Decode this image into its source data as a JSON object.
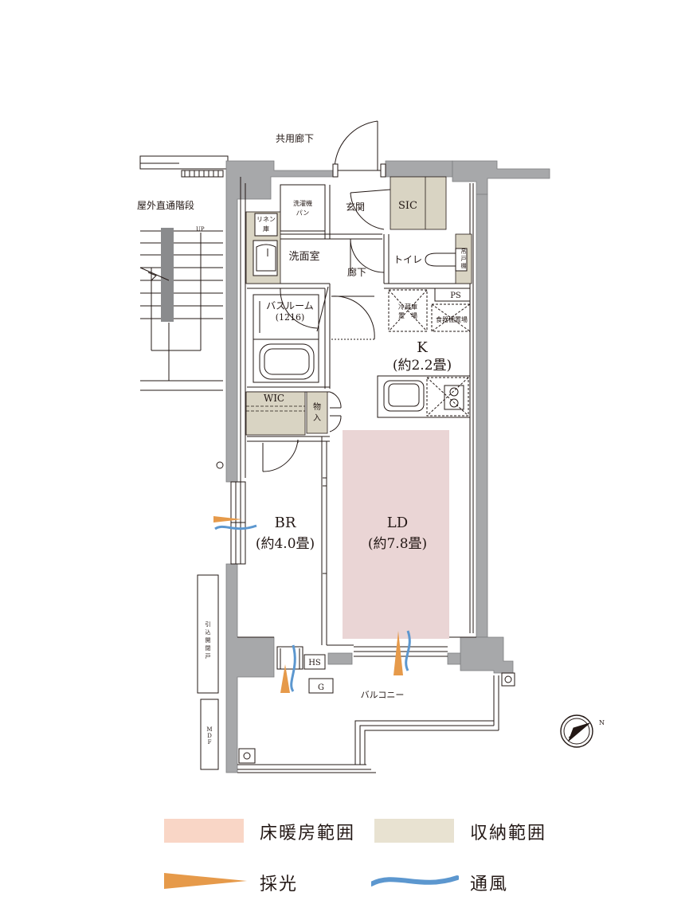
{
  "plan": {
    "corridor": "共用廊下",
    "stairs": "屋外直通階段",
    "stairs_up": "UP",
    "washer_pan": [
      "洗濯機",
      "パン"
    ],
    "linen": [
      "リネン",
      "庫"
    ],
    "washroom": "洗面室",
    "bathroom": "バスルーム",
    "bathroom_size": "(1216)",
    "entrance": "玄関",
    "sic": "SIC",
    "toilet": "トイレ",
    "toilet_shelf": [
      "吊",
      "戸",
      "棚"
    ],
    "hallway": "廊下",
    "ps": "PS",
    "fridge": [
      "冷蔵庫",
      "置　場"
    ],
    "cupboard": "食器棚置場",
    "kitchen": "K",
    "kitchen_size": "(約2.2畳)",
    "wic": "WIC",
    "storage": [
      "物",
      "入"
    ],
    "br": "BR",
    "br_size": "(約4.0畳)",
    "ld": "LD",
    "ld_size": "(約7.8畳)",
    "hs": "HS",
    "g": "G",
    "balcony": "バルコニー",
    "sliding_door": [
      "引",
      "込",
      "開",
      "閉",
      "戸"
    ],
    "mdf": [
      "M",
      "D",
      "F"
    ],
    "compass_n": "N"
  },
  "legend": {
    "floor_heating": "床暖房範囲",
    "storage_range": "収納範囲",
    "daylight": "採光",
    "ventilation": "通風"
  },
  "colors": {
    "wall": "#a7a8aa",
    "storage_fill": "#d9d4c3",
    "floor_heating_fill": "#ead5d5",
    "legend_floor_heating": "#f9d6c6",
    "legend_storage": "#e8e2d1",
    "daylight": "#e69a4a",
    "ventilation": "#5c97cf"
  }
}
